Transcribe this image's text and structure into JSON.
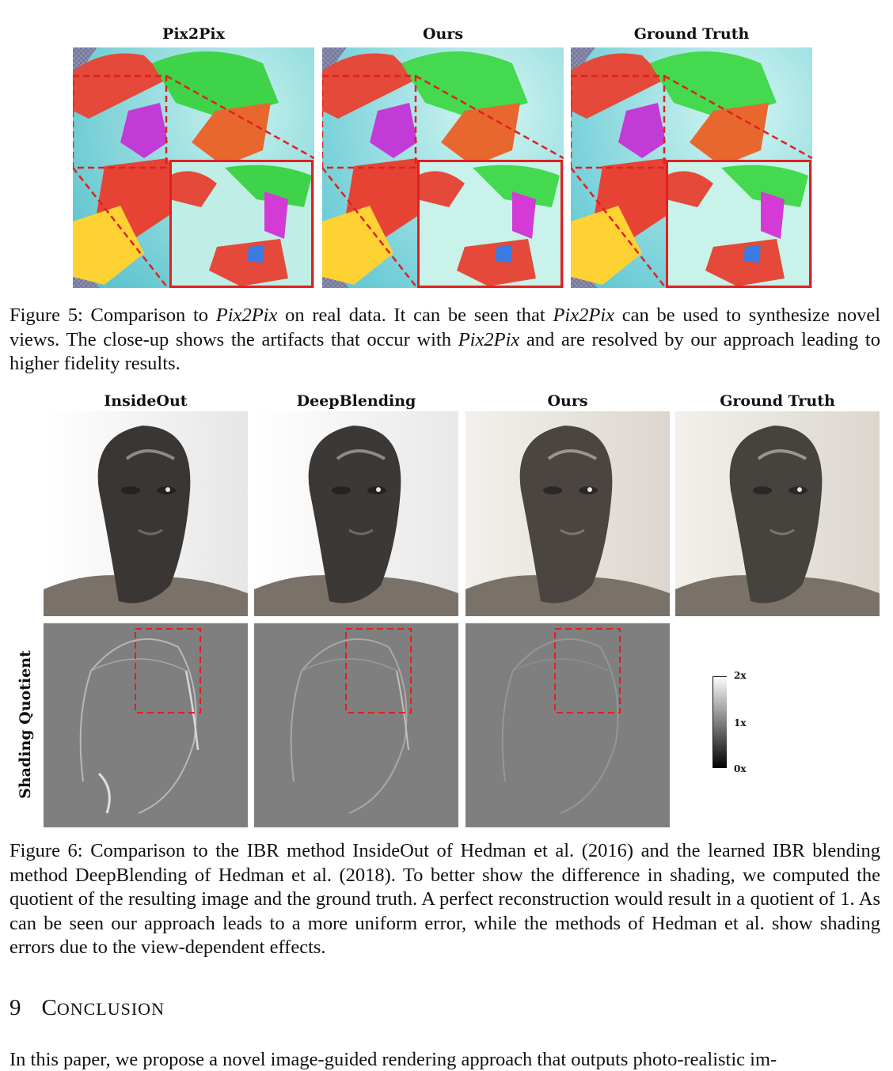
{
  "figure5": {
    "columns": [
      "Pix2Pix",
      "Ours",
      "Ground Truth"
    ],
    "caption_parts": {
      "p1": "Figure 5:  Comparison to ",
      "p2": "Pix2Pix",
      "p3": " on real data. It can be seen that ",
      "p4": "Pix2Pix",
      "p5": " can be used to synthesize novel views.  The close-up shows the artifacts that occur with ",
      "p6": "Pix2Pix",
      "p7": " and are resolved by our approach leading to higher fidelity results."
    }
  },
  "figure6": {
    "columns": [
      "InsideOut",
      "DeepBlending",
      "Ours",
      "Ground Truth"
    ],
    "row_label": "Shading Quotient",
    "colorbar": {
      "max": "2x",
      "mid": "1x",
      "min": "0x"
    },
    "caption": "Figure 6: Comparison to the IBR method InsideOut of Hedman et al. (2016) and the learned IBR blending method DeepBlending of Hedman et al. (2018). To better show the difference in shading, we computed the quotient of the resulting image and the ground truth.  A perfect reconstruction would result in a quotient of 1.  As can be seen our approach leads to a more uniform error, while the methods of Hedman et al. show shading errors due to the view-dependent effects."
  },
  "section": {
    "number": "9",
    "title_first": "C",
    "title_rest": "onclusion"
  },
  "body_partial": "In this paper, we propose a novel image-guided rendering approach that outputs photo-realistic im-"
}
